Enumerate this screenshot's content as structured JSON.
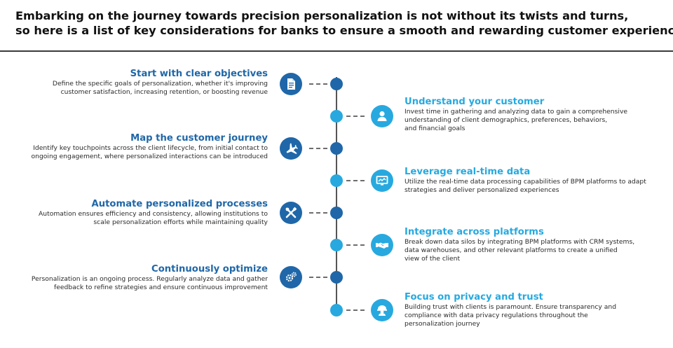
{
  "title": {
    "line1": "Embarking on the journey towards precision personalization is not without its twists and turns,",
    "line2": "so here is a list of key considerations for banks to ensure a smooth and rewarding customer experience…"
  },
  "colors": {
    "dark": "#1f67a8",
    "light": "#27a9df",
    "axis": "#555555"
  },
  "steps": [
    {
      "side": "left",
      "icon": "document-icon",
      "heading": "Start with clear objectives",
      "lines": [
        "Define the specific goals of personalization, whether it's improving",
        "customer satisfaction, increasing retention, or boosting revenue"
      ]
    },
    {
      "side": "right",
      "icon": "user-icon",
      "heading": "Understand your customer",
      "lines": [
        "Invest time in gathering and analyzing data to gain a comprehensive",
        "understanding of client demographics, preferences, behaviors,",
        "and financial goals"
      ]
    },
    {
      "side": "left",
      "icon": "airplane-icon",
      "heading": "Map the customer journey",
      "lines": [
        "Identify key touchpoints across the client lifecycle, from initial contact to",
        "ongoing engagement, where personalized interactions can be introduced"
      ]
    },
    {
      "side": "right",
      "icon": "monitor-icon",
      "heading": "Leverage real-time data",
      "lines": [
        "Utilize the real-time data processing capabilities of BPM platforms to adapt",
        "strategies and deliver personalized experiences"
      ]
    },
    {
      "side": "left",
      "icon": "tools-icon",
      "heading": "Automate personalized processes",
      "lines": [
        "Automation ensures efficiency and consistency, allowing institutions to",
        "scale personalization efforts while maintaining quality"
      ]
    },
    {
      "side": "right",
      "icon": "handshake-icon",
      "heading": "Integrate across platforms",
      "lines": [
        "Break down data silos by integrating BPM platforms with CRM systems,",
        "data warehouses, and other relevant platforms to create a unified",
        "view of the client"
      ]
    },
    {
      "side": "left",
      "icon": "gears-icon",
      "heading": "Continuously optimize",
      "lines": [
        "Personalization is an ongoing process. Regularly analyze data and gather",
        "feedback to refine strategies and ensure continuous improvement"
      ]
    },
    {
      "side": "right",
      "icon": "privacy-user-icon",
      "heading": "Focus on privacy and trust",
      "lines": [
        "Building trust with clients is paramount. Ensure transparency and",
        "compliance with data privacy regulations throughout the",
        "personalization journey"
      ]
    }
  ]
}
